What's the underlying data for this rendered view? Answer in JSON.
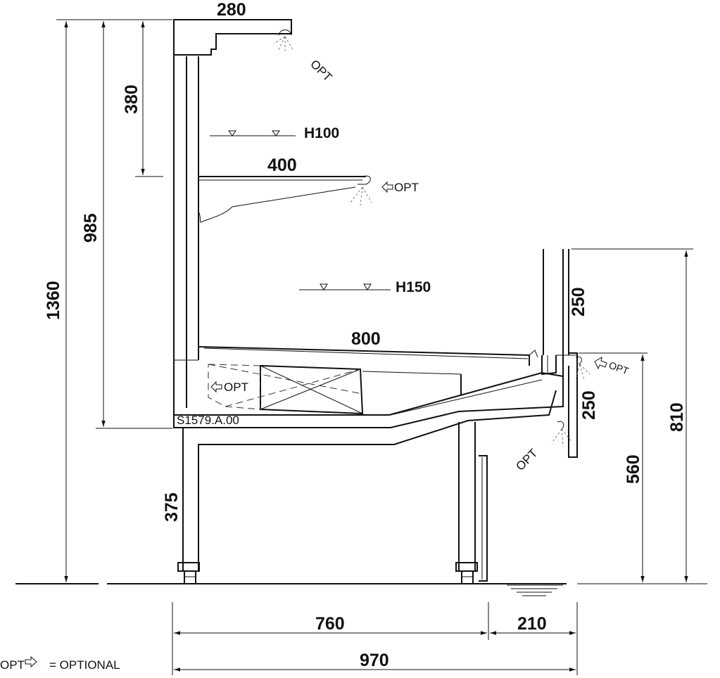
{
  "dimensions": {
    "top_width": "280",
    "top_gap": "380",
    "shelf_top_height": "985",
    "total_height": "1360",
    "shelf_width": "400",
    "deck_width": "800",
    "glass_height_upper": "250",
    "glass_height_lower": "250",
    "front_height": "810",
    "counter_height": "560",
    "base_height": "375",
    "depth_body": "760",
    "depth_front": "210",
    "depth_total": "970"
  },
  "levels": {
    "upper": "H100",
    "lower": "H150"
  },
  "labels": {
    "opt": "OPT",
    "model_code": "S1579.A.00",
    "legend_key": "OPT",
    "legend_text": "= OPTIONAL"
  }
}
